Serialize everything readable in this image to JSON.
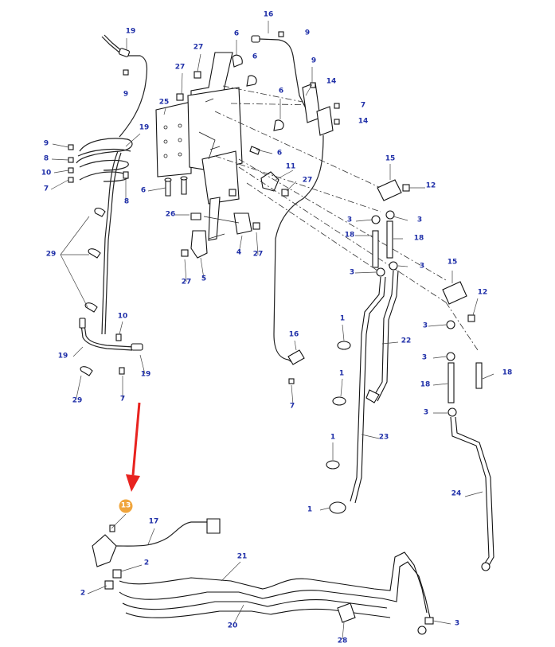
{
  "highlight_color": "#f0a53c",
  "arrow_color": "#e8231f",
  "label_color": "#1f2fa8",
  "callouts": [
    {
      "id": "c16a",
      "text": "16"
    },
    {
      "id": "c9a",
      "text": "9"
    },
    {
      "id": "c19a",
      "text": "19"
    },
    {
      "id": "c6a",
      "text": "6"
    },
    {
      "id": "c27a",
      "text": "27"
    },
    {
      "id": "c6b",
      "text": "6"
    },
    {
      "id": "c9b",
      "text": "9"
    },
    {
      "id": "c27b",
      "text": "27"
    },
    {
      "id": "c9c",
      "text": "9"
    },
    {
      "id": "c14a",
      "text": "14"
    },
    {
      "id": "c25",
      "text": "25"
    },
    {
      "id": "c6c",
      "text": "6"
    },
    {
      "id": "c7a",
      "text": "7"
    },
    {
      "id": "c14b",
      "text": "14"
    },
    {
      "id": "c19b",
      "text": "19"
    },
    {
      "id": "c9d",
      "text": "9"
    },
    {
      "id": "c8a",
      "text": "8"
    },
    {
      "id": "c10a",
      "text": "10"
    },
    {
      "id": "c7b",
      "text": "7"
    },
    {
      "id": "c6d",
      "text": "6"
    },
    {
      "id": "c15a",
      "text": "15"
    },
    {
      "id": "c11",
      "text": "11"
    },
    {
      "id": "c12a",
      "text": "12"
    },
    {
      "id": "c27c",
      "text": "27"
    },
    {
      "id": "c8b",
      "text": "8"
    },
    {
      "id": "c6e",
      "text": "6"
    },
    {
      "id": "c26",
      "text": "26"
    },
    {
      "id": "c3a",
      "text": "3"
    },
    {
      "id": "c3b",
      "text": "3"
    },
    {
      "id": "c18a",
      "text": "18"
    },
    {
      "id": "c18b",
      "text": "18"
    },
    {
      "id": "c29a",
      "text": "29"
    },
    {
      "id": "c4",
      "text": "4"
    },
    {
      "id": "c27d",
      "text": "27"
    },
    {
      "id": "c3c",
      "text": "3"
    },
    {
      "id": "c3d",
      "text": "3"
    },
    {
      "id": "c15b",
      "text": "15"
    },
    {
      "id": "c27e",
      "text": "27"
    },
    {
      "id": "c5",
      "text": "5"
    },
    {
      "id": "c12b",
      "text": "12"
    },
    {
      "id": "c10b",
      "text": "10"
    },
    {
      "id": "c3e",
      "text": "3"
    },
    {
      "id": "c1a",
      "text": "1"
    },
    {
      "id": "c16b",
      "text": "16"
    },
    {
      "id": "c22",
      "text": "22"
    },
    {
      "id": "c19c",
      "text": "19"
    },
    {
      "id": "c3f",
      "text": "3"
    },
    {
      "id": "c18c",
      "text": "18"
    },
    {
      "id": "c19d",
      "text": "19"
    },
    {
      "id": "c1b",
      "text": "1"
    },
    {
      "id": "c18d",
      "text": "18"
    },
    {
      "id": "c29b",
      "text": "29"
    },
    {
      "id": "c7c",
      "text": "7"
    },
    {
      "id": "c7d",
      "text": "7"
    },
    {
      "id": "c3g",
      "text": "3"
    },
    {
      "id": "c1c",
      "text": "1"
    },
    {
      "id": "c23",
      "text": "23"
    },
    {
      "id": "c24",
      "text": "24"
    },
    {
      "id": "c13",
      "text": "13"
    },
    {
      "id": "c1d",
      "text": "1"
    },
    {
      "id": "c17",
      "text": "17"
    },
    {
      "id": "c21",
      "text": "21"
    },
    {
      "id": "c2a",
      "text": "2"
    },
    {
      "id": "c2b",
      "text": "2"
    },
    {
      "id": "c20",
      "text": "20"
    },
    {
      "id": "c3h",
      "text": "3"
    },
    {
      "id": "c28",
      "text": "28"
    }
  ]
}
